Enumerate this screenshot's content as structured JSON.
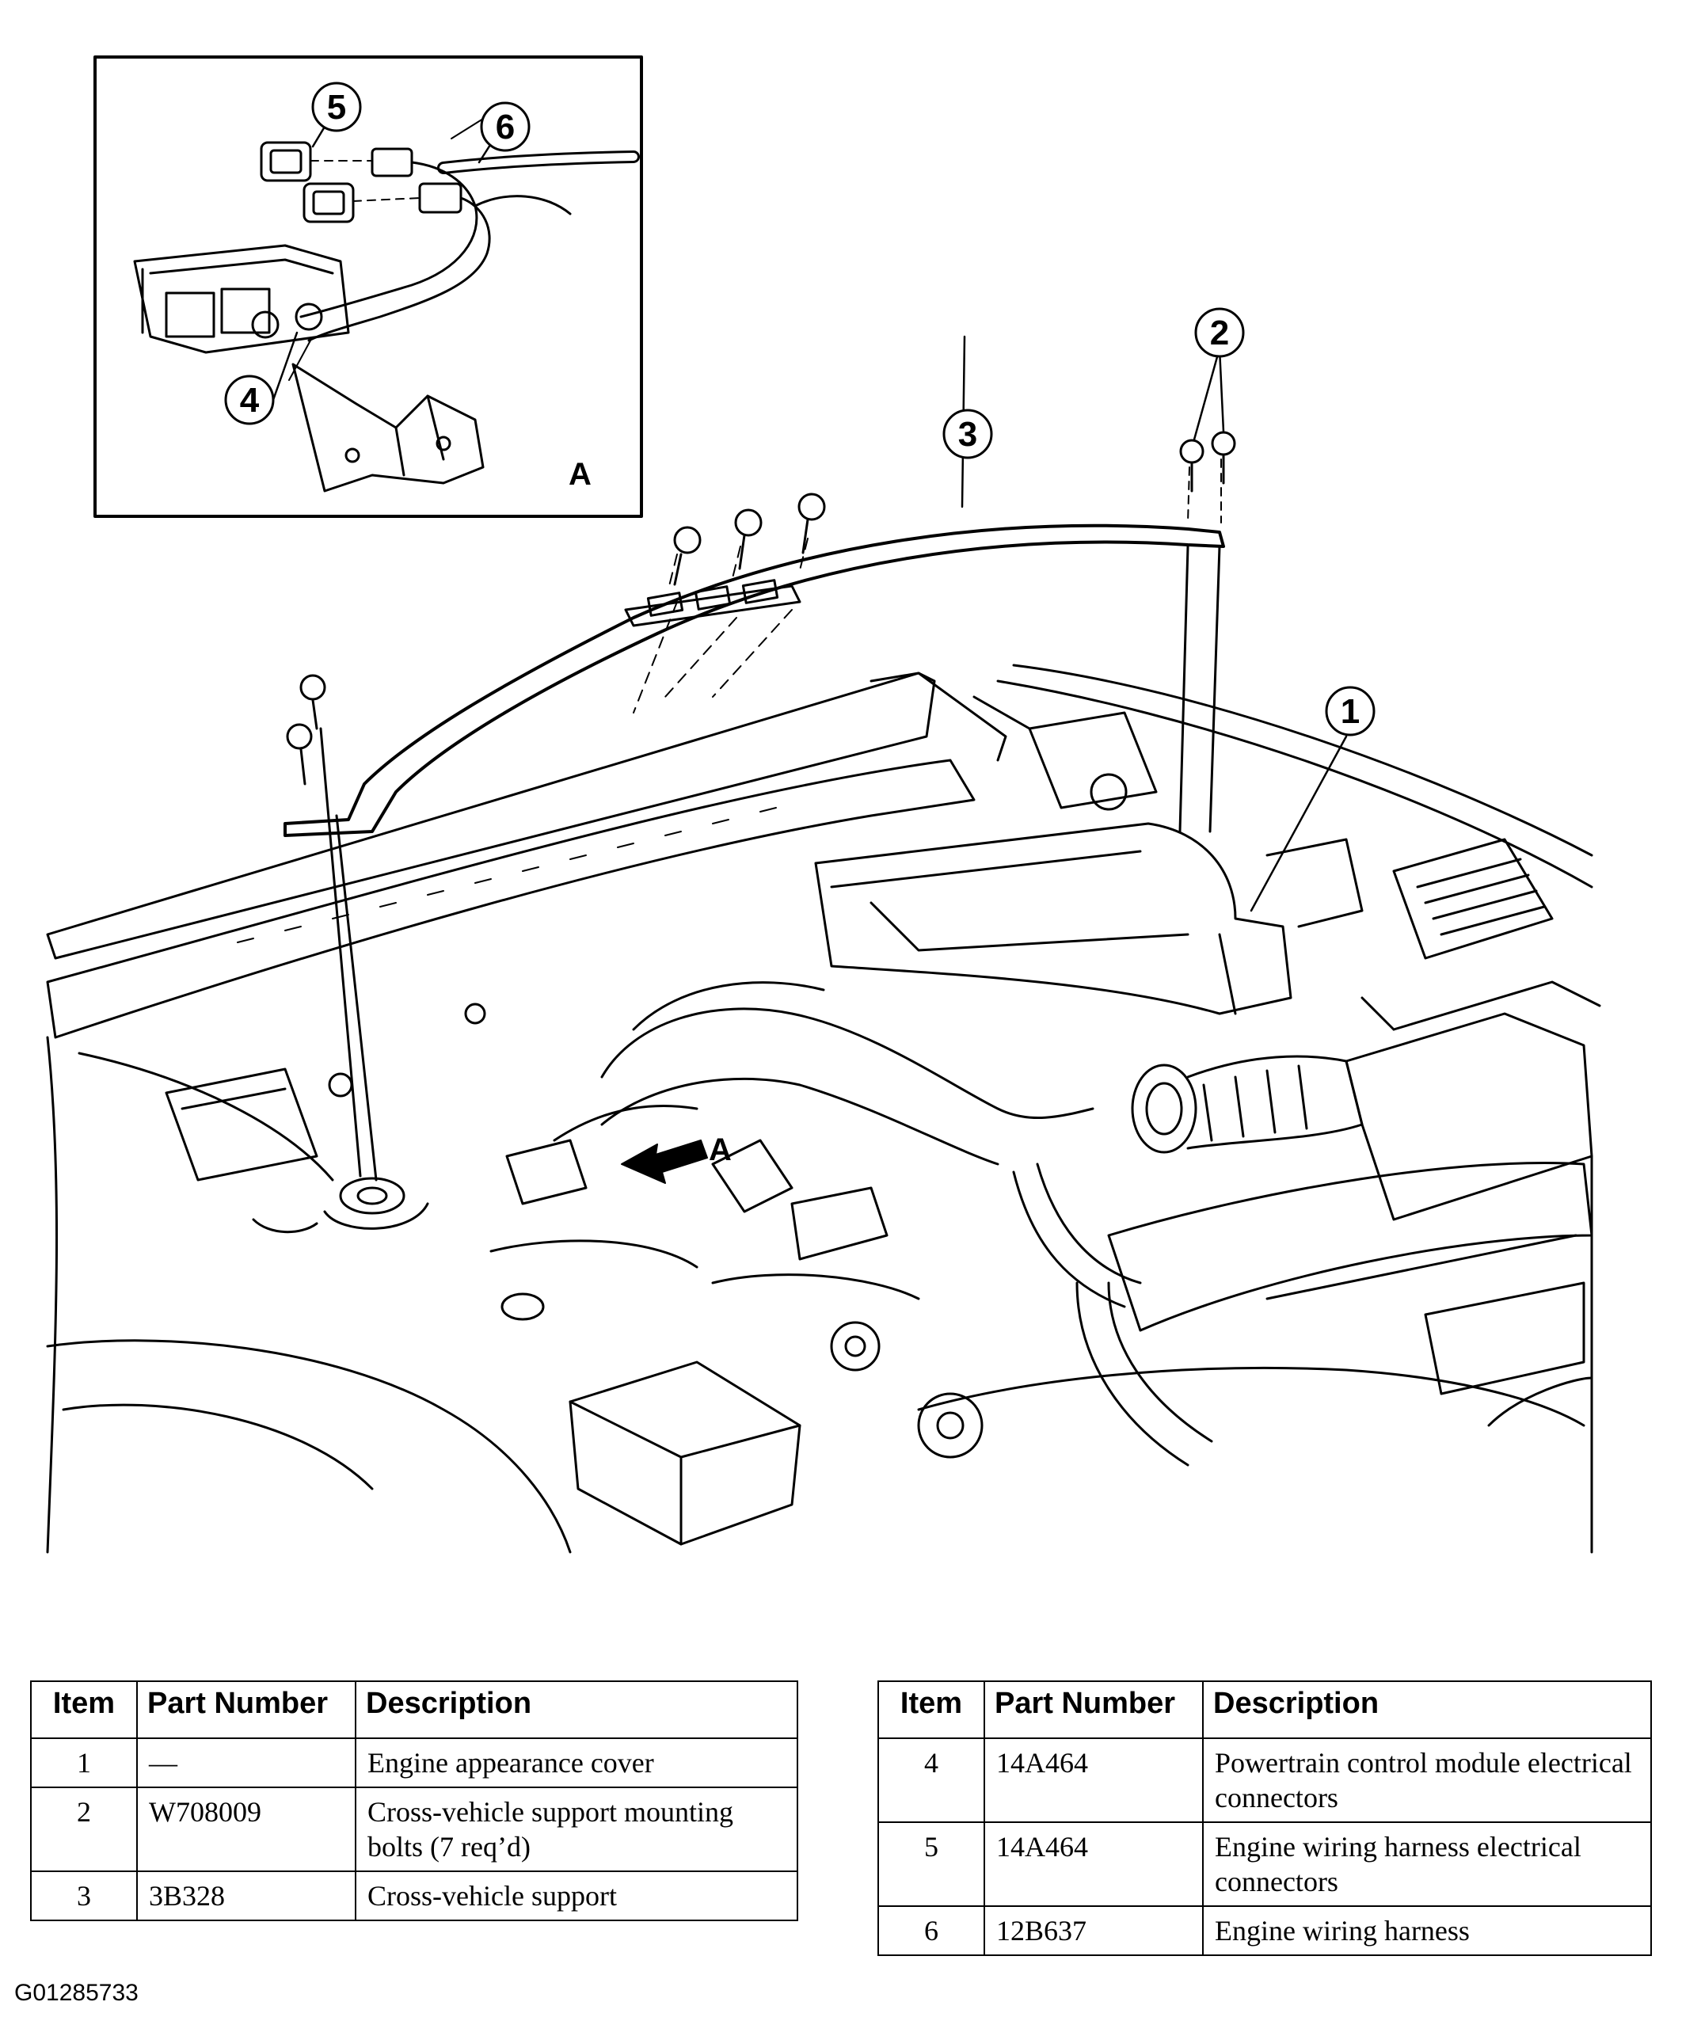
{
  "diagram": {
    "callouts": [
      {
        "id": "callout-1",
        "label": "1"
      },
      {
        "id": "callout-2",
        "label": "2"
      },
      {
        "id": "callout-3",
        "label": "3"
      },
      {
        "id": "callout-4",
        "label": "4"
      },
      {
        "id": "callout-5",
        "label": "5"
      },
      {
        "id": "callout-6",
        "label": "6"
      }
    ],
    "inset_label": "A",
    "view_arrow_label": "A"
  },
  "tables": {
    "headers": {
      "item": "Item",
      "part_number": "Part Number",
      "description": "Description"
    },
    "left_rows": [
      {
        "item": "1",
        "part_number": "—",
        "description": "Engine appearance cover"
      },
      {
        "item": "2",
        "part_number": "W708009",
        "description": "Cross-vehicle support mounting bolts (7 req’d)"
      },
      {
        "item": "3",
        "part_number": "3B328",
        "description": "Cross-vehicle support"
      }
    ],
    "right_rows": [
      {
        "item": "4",
        "part_number": "14A464",
        "description": "Powertrain control module electrical connectors"
      },
      {
        "item": "5",
        "part_number": "14A464",
        "description": "Engine wiring harness electrical connectors"
      },
      {
        "item": "6",
        "part_number": "12B637",
        "description": "Engine wiring harness"
      }
    ]
  },
  "figure_code": "G01285733"
}
